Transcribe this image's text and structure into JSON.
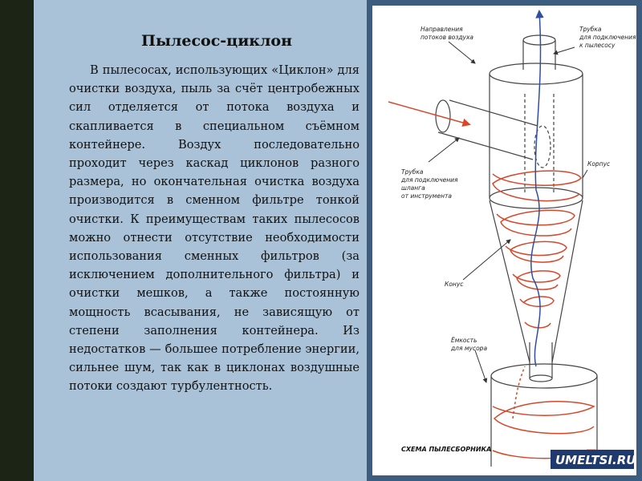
{
  "title": "Пылесос-циклон",
  "paragraph": "В пылесосах, использующих «Циклон» для очистки воздуха, пыль за счёт центробежных сил отделяется от потока воздуха и скапливается в специальном съёмном контейнере. Воздух последовательно проходит через каскад циклонов разного размера, но окончательная очистка воздуха производится в сменном фильтре тонкой очистки. К преимуществам таких пылесосов можно отнести отсутствие необходимости использования сменных фильтров (за исключением дополнительного фильтра) и очистки мешков, а также постоянную мощность всасывания, не зависящую от степени заполнения контейнера. Из недостатков — большее потребление энергии, сильнее шум, так как в циклонах воздушные потоки создают турбулентность.",
  "diagram": {
    "labels": {
      "airflow_1": "Направления",
      "airflow_2": "потоков воздуха",
      "outlet_1": "Трубка",
      "outlet_2": "для подключения",
      "outlet_3": "к пылесосу",
      "inlet_1": "Трубка",
      "inlet_2": "для подключения",
      "inlet_3": "шланга",
      "inlet_4": "от инструмента",
      "body": "Корпус",
      "cone": "Конус",
      "bin_1": "Ёмкость",
      "bin_2": "для мусора",
      "caption": "СХЕМА ПЫЛЕСБОРНИКА",
      "watermark": "UMELTSI.RU"
    },
    "colors": {
      "airflow_red": "#d7472a",
      "airflow_blue": "#2f4f9e",
      "outline": "#444444"
    }
  }
}
